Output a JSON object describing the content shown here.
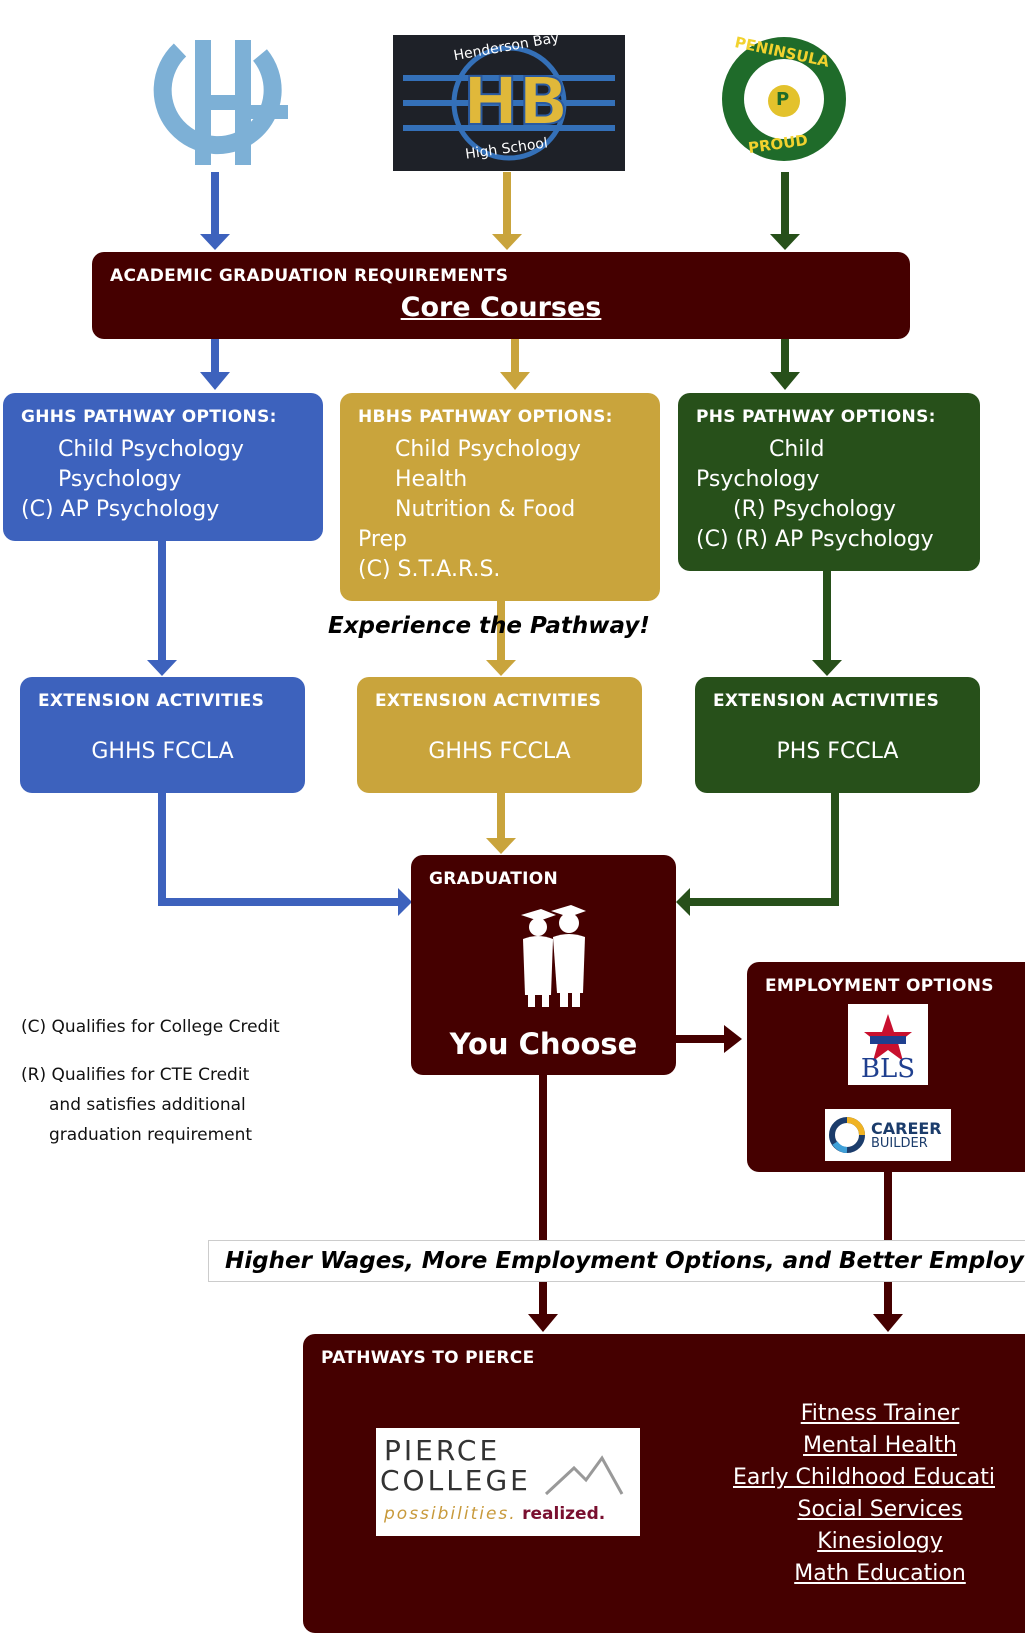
{
  "logos": {
    "ghhs": {
      "text": "GH"
    },
    "hbhs": {
      "arc_top": "Henderson Bay",
      "letters": "HB",
      "arc_bottom": "High School"
    },
    "phs": {
      "arc_top": "PENINSULA",
      "letter": "P",
      "arc_bottom": "PROUD"
    }
  },
  "academic": {
    "header": "ACADEMIC GRADUATION REQUIREMENTS",
    "title": "Core Courses"
  },
  "pathways": {
    "ghhs": {
      "header": "GHHS PATHWAY OPTIONS:",
      "items": [
        "Child Psychology",
        "Psychology",
        "(C) AP Psychology"
      ]
    },
    "hbhs": {
      "header": "HBHS PATHWAY OPTIONS:",
      "items": [
        "Child Psychology",
        "Health",
        "Nutrition & Food",
        "Prep",
        "(C) S.T.A.R.S."
      ]
    },
    "phs": {
      "header": "PHS PATHWAY OPTIONS:",
      "items": [
        "Child",
        "Psychology",
        "(R) Psychology",
        "(C) (R) AP Psychology"
      ]
    }
  },
  "experience": "Experience the Pathway!",
  "extensions": {
    "ghhs": {
      "header": "EXTENSION ACTIVITIES",
      "value": "GHHS FCCLA"
    },
    "hbhs": {
      "header": "EXTENSION ACTIVITIES",
      "value": "GHHS FCCLA"
    },
    "phs": {
      "header": "EXTENSION ACTIVITIES",
      "value": "PHS FCCLA"
    }
  },
  "graduation": {
    "header": "GRADUATION",
    "title": "You Choose"
  },
  "notes": {
    "college": "(C) Qualifies for College Credit",
    "cte_1": "(R) Qualifies for CTE Credit",
    "cte_2": "and satisfies additional",
    "cte_3": "graduation requirement"
  },
  "employment": {
    "header": "EMPLOYMENT OPTIONS",
    "bls": "BLS",
    "career_1": "CAREER",
    "career_2": "BUILDER"
  },
  "banner": "Higher Wages, More Employment Options, and Better Employ",
  "pierce": {
    "header": "PATHWAYS TO PIERCE",
    "logo_1": "PIERCE",
    "logo_2": "COLLEGE",
    "tagline_1": "possibilities.",
    "tagline_2": "realized.",
    "careers": [
      "Fitness Trainer",
      "Mental Health",
      "Early Childhood Educati",
      "Social Services",
      "Kinesiology",
      "Math Education"
    ]
  },
  "colors": {
    "ghhs": "#3d62bd",
    "hbhs": "#c9a43c",
    "phs": "#27501a",
    "maroon": "#450000"
  }
}
